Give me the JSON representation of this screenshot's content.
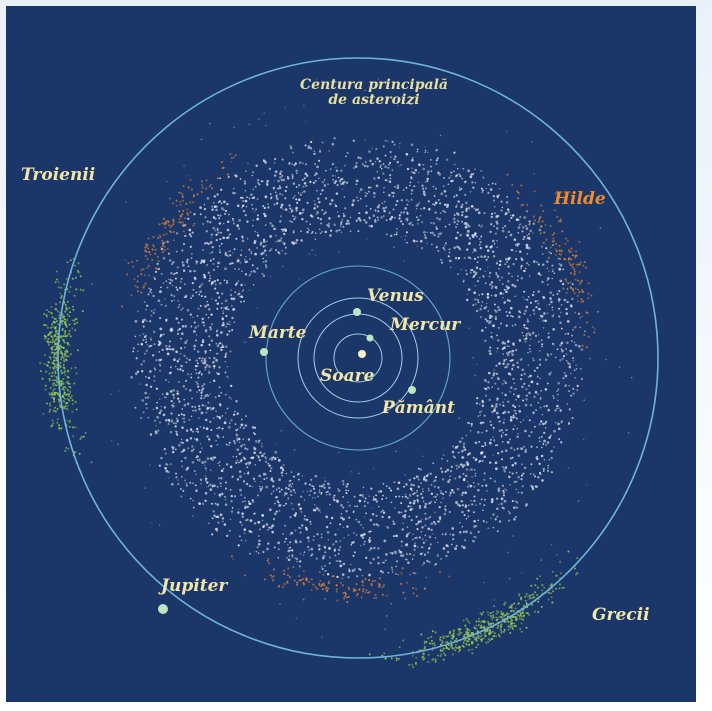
{
  "labels": {
    "belt_line1": "Centura principală",
    "belt_line2": "de asteroizi",
    "trojans": "Troienii",
    "hildas": "Hilde",
    "greeks": "Grecii",
    "jupiter": "Jupiter",
    "mars": "Marte",
    "venus": "Venus",
    "mercury": "Mercur",
    "sun": "Soare",
    "earth": "Pământ"
  },
  "colors": {
    "background": "#1b3769",
    "orbit": "#6fb4d6",
    "belt_dots": "#dcdde8",
    "hilda_dots": "#e0803a",
    "trojan_dots": "#9ccf4a",
    "planet": "#bfe5c5",
    "label_yellow": "#f1e6a6",
    "label_orange": "#f08a2a"
  },
  "icons": {
    "sun": "sun-dot",
    "planet": "planet-dot"
  }
}
